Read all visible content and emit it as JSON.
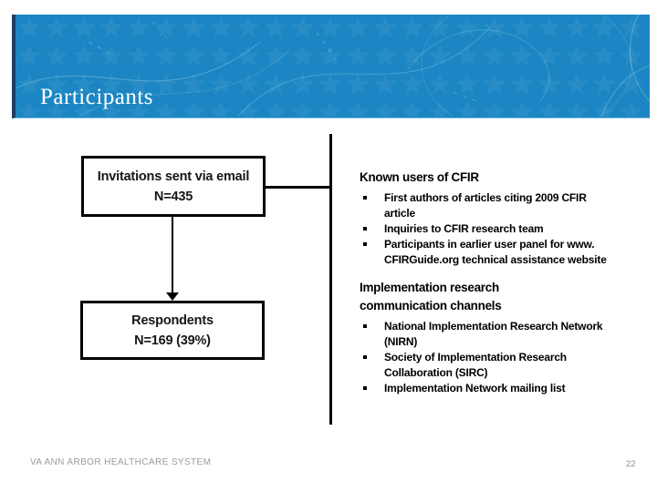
{
  "header": {
    "title": "Participants"
  },
  "flowchart": {
    "box1": {
      "line1": "Invitations sent via email",
      "line2": "N=435"
    },
    "box2": {
      "line1": "Respondents",
      "line2": "N=169 (39%)"
    }
  },
  "sections": [
    {
      "heading": "Known users of CFIR",
      "bullets": [
        "First authors of articles citing 2009 CFIR\narticle",
        "Inquiries to CFIR research team",
        "Participants in earlier user panel for www.\nCFIRGuide.org technical assistance website"
      ]
    },
    {
      "heading": "Implementation research\ncommunication channels",
      "bullets": [
        "National Implementation Research Network\n(NIRN)",
        "Society of Implementation Research\nCollaboration (SIRC)",
        "Implementation Network mailing list"
      ]
    }
  ],
  "footer": {
    "organization": "VA ANN ARBOR HEALTHCARE SYSTEM",
    "page_number": "22"
  },
  "colors": {
    "banner_blue": "#1B86C3",
    "banner_edge_dark": "#1C3F63",
    "line_black": "#000000",
    "box_text": "#161616",
    "footer_gray": "#9B9B9B"
  }
}
